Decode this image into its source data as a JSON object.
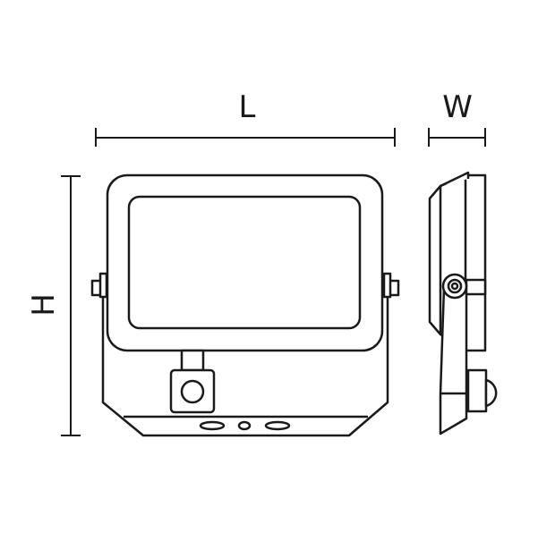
{
  "dimensions": {
    "length_label": "L",
    "width_label": "W",
    "height_label": "H"
  },
  "colors": {
    "line": "#1a1a1a",
    "background": "#ffffff"
  }
}
